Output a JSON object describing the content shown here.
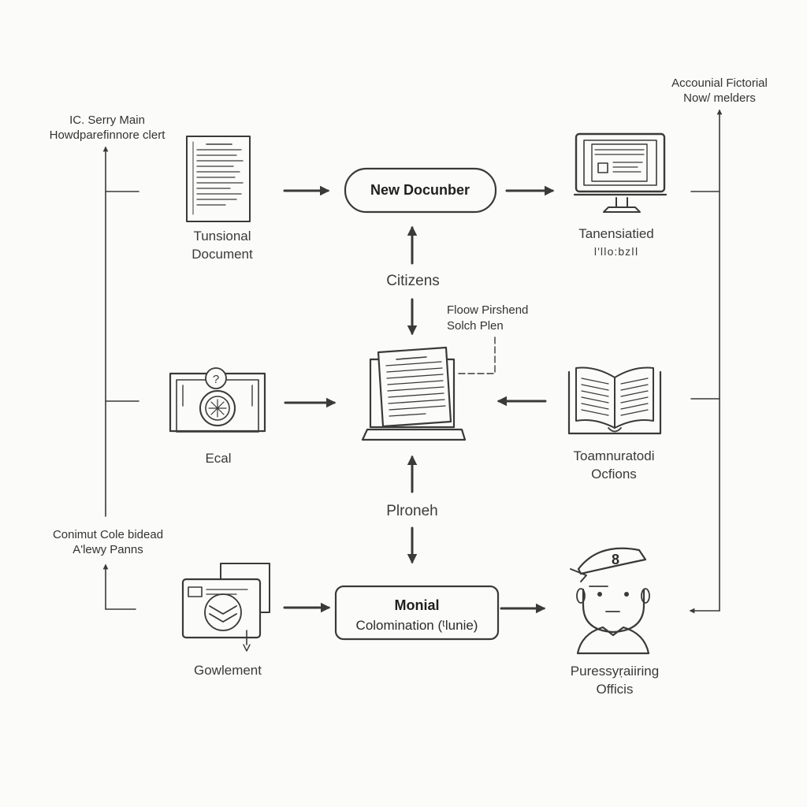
{
  "notes": {
    "top_left": [
      "IC. Serry Main",
      "Howdparefinnore clert"
    ],
    "top_right": [
      "Accounial Fictorial",
      "Now/ melders"
    ],
    "bottom_left": [
      "Conimut Cole bidead",
      "A'lewy Panns"
    ],
    "center_right": [
      "Floow Pirshend",
      "Solch Plen"
    ]
  },
  "nodes": {
    "tunsional_document": [
      "Tunsional",
      "Document"
    ],
    "new_document": "New Docunber",
    "computer": [
      "Tanensiatied",
      "ǀ'lǀo:bzǀǀ"
    ],
    "citizens": "Citizens",
    "ecal": "Ecal",
    "open_book": [
      "Toamnuratodi",
      "Ocfions"
    ],
    "pironeh": "Plroneh",
    "gowlement": "Gowlement",
    "monial": {
      "title": "Monial",
      "subtitle": "Colomination (ᵗlunie)"
    },
    "officer": [
      "Puressyṛaiiring",
      "Officis"
    ],
    "badge_number": "8",
    "badge_icon_glyph": "?"
  },
  "colors": {
    "stroke": "#3a3a3a",
    "background": "#fbfbf9"
  }
}
